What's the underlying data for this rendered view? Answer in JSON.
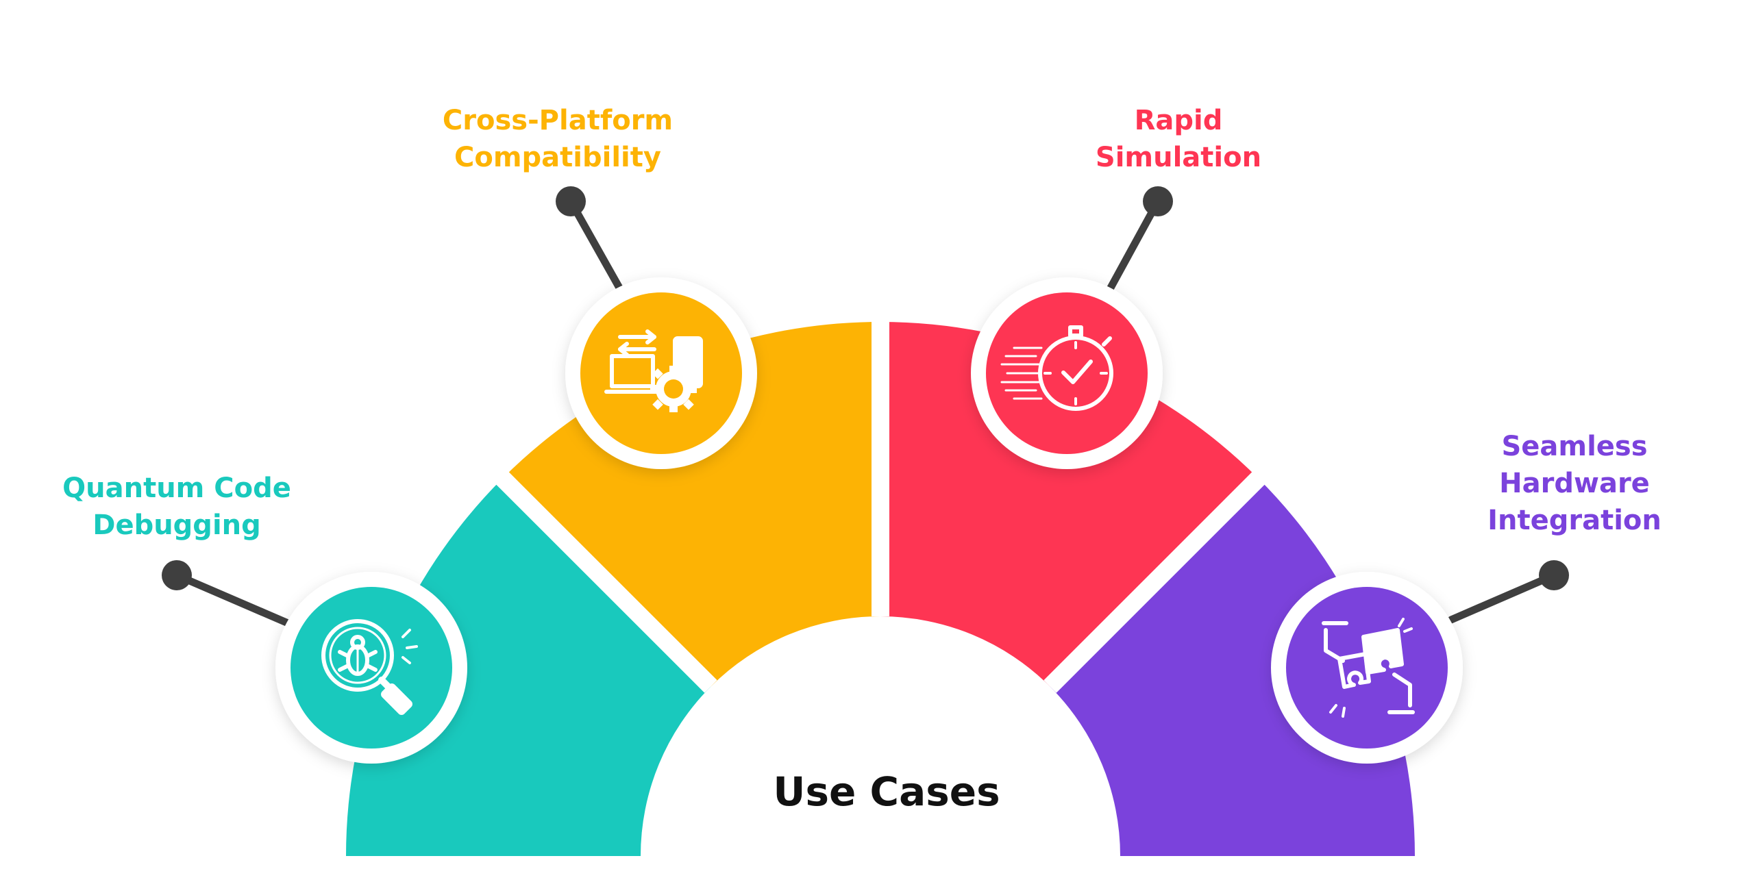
{
  "title": "Use Cases",
  "colors": {
    "teal": "#19C9BD",
    "yellow": "#FDB304",
    "red": "#FE3553",
    "purple": "#7B42DC",
    "pin": "#3F3F3F"
  },
  "items": [
    {
      "line1": "Quantum Code",
      "line2": "Debugging",
      "color": "#19C9BD",
      "icon": "bug-search-icon"
    },
    {
      "line1": "Cross-Platform",
      "line2": "Compatibility",
      "color": "#FDB304",
      "icon": "devices-sync-icon"
    },
    {
      "line1": "Rapid",
      "line2": "Simulation",
      "color": "#FE3553",
      "icon": "stopwatch-icon"
    },
    {
      "line1": "Seamless",
      "line2": "Hardware",
      "line3": "Integration",
      "color": "#7B42DC",
      "icon": "puzzle-hands-icon"
    }
  ]
}
